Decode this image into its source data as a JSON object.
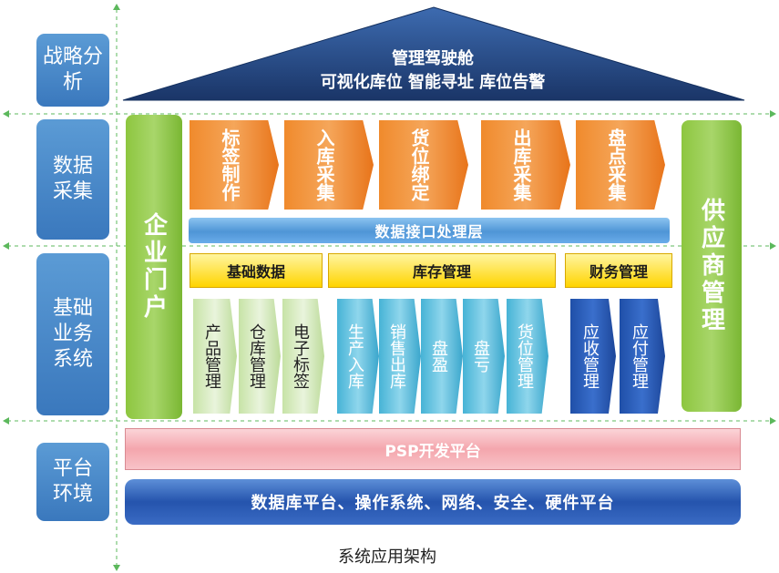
{
  "layers": {
    "strategy": "战略分析",
    "collection": "数据采集",
    "business": "基础业务系统",
    "platform": "平台环境"
  },
  "roof": {
    "line1": "管理驾驶舱",
    "line2": "可视化库位 智能寻址 库位告警"
  },
  "portals": {
    "enterprise": "企业门户",
    "supplier": "供应商管理"
  },
  "collection_steps": [
    "标签制作",
    "入库采集",
    "货位绑定",
    "出库采集",
    "盘点采集"
  ],
  "interface_layer": "数据接口处理层",
  "groups": {
    "basic": {
      "title": "基础数据",
      "items": [
        "产品管理",
        "仓库管理",
        "电子标签"
      ]
    },
    "inventory": {
      "title": "库存管理",
      "items": [
        "生产入库",
        "销售出库",
        "盘盈",
        "盘亏",
        "货位管理"
      ]
    },
    "finance": {
      "title": "财务管理",
      "items": [
        "应收管理",
        "应付管理"
      ]
    }
  },
  "psp": "PSP开发平台",
  "base_platform": "数据库平台、操作系统、网络、安全、硬件平台",
  "caption": "系统应用架构",
  "colors": {
    "layer_blue": "#3a78bd",
    "roof_navy": "#1f3f78",
    "portal_green": "#8dc63f",
    "step_orange": "#f08a2c",
    "header_yellow": "#ffd400",
    "inventory_cyan": "#46b3d6",
    "finance_blue": "#1f4fa8",
    "psp_pink": "#f4a6ad",
    "base_blue": "#2554ad"
  }
}
